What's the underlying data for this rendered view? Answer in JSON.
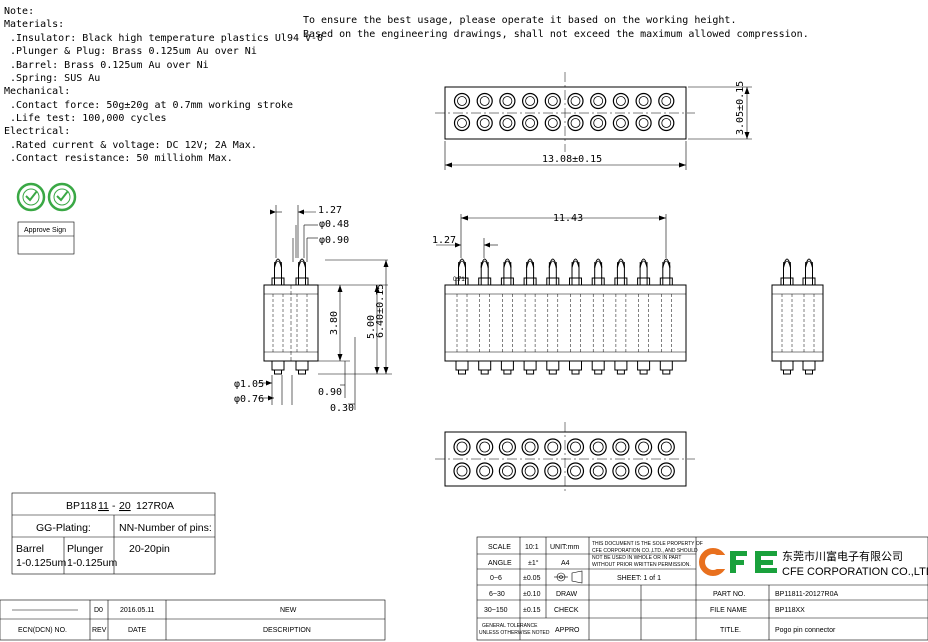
{
  "notes": {
    "lines": [
      "Note:",
      "Materials:",
      ".Insulator: Black high temperature plastics Ul94 V-0",
      ".Plunger & Plug: Brass 0.125um Au over Ni",
      ".Barrel: Brass 0.125um Au over Ni",
      ".Spring: SUS Au",
      "Mechanical:",
      ".Contact force: 50g±20g at 0.7mm working stroke",
      ".Life test: 100,000 cycles",
      "Electrical:",
      ".Rated current & voltage: DC 12V; 2A Max.",
      ".Contact resistance: 50 milliohm Max."
    ]
  },
  "usage": {
    "line1": "To ensure the best usage, please operate it based on the working height.",
    "line2": "Based on the engineering drawings, shall not exceed the maximum allowed compression."
  },
  "approve_sign": "Approve Sign",
  "dimensions": {
    "width": "13.08±0.15",
    "depth": "3.05±0.15",
    "pitch_side": "1.27",
    "pin_d1": "φ0.48",
    "pin_d2": "φ0.90",
    "len_380": "3.80",
    "len_500": "5.00",
    "height": "6.40±0.15",
    "tail_d1": "φ1.05",
    "tail_d2": "φ0.76",
    "d_090": "0.90",
    "d_030": "0.30",
    "span": "11.43",
    "pitch_front": "1.27",
    "tiny": "0.71"
  },
  "part_code": {
    "prefix": "BP118",
    "nn": "11",
    "sep": "-",
    "gg": "20",
    "suffix": "127R0A",
    "gg_header": "GG-Plating:",
    "nn_header": "NN-Number of pins:",
    "barrel": [
      "Barrel",
      "1-0.125um"
    ],
    "plunger": [
      "Plunger",
      "1-0.125um"
    ],
    "pins": "20-20pin"
  },
  "revision": {
    "row": [
      "",
      "D0",
      "2016.05.11",
      "NEW"
    ],
    "headers": [
      "ECN(DCN) NO.",
      "REV",
      "DATE",
      "DESCRIPTION"
    ]
  },
  "title_block": {
    "scale_label": "SCALE",
    "scale": "10:1",
    "unit": "UNIT:mm",
    "angle_label": "ANGLE",
    "angle": "±1°",
    "paper": "A4",
    "tol1": [
      "0~6",
      "±0.05"
    ],
    "tol2": [
      "6~30",
      "±0.10"
    ],
    "tol3": [
      "30~150",
      "±0.15"
    ],
    "tol_note": [
      "GENERAL TOLERANCE",
      "UNLESS OTHERWISE NOTED"
    ],
    "sheet": "SHEET: 1 of 1",
    "draw": "DRAW",
    "check": "CHECK",
    "appro": "APPRO",
    "property": [
      "THIS DOCUMENT IS THE SOLE PROPERTY OF",
      "CFE CORPORATION CO.,LTD., AND SHOULD",
      "NOT BE USED IN WHOLE OR IN PART",
      "WITHOUT PRIOR WRITTEN PERMISSION."
    ],
    "logo": "CFE",
    "company_cn": "东莞市川富电子有限公司",
    "company_en": "CFE CORPORATION CO.,LTD.",
    "part_no_label": "PART NO.",
    "part_no": "BP11811-20127R0A",
    "file_label": "FILE NAME",
    "file": "BP118XX",
    "title_label": "TITLE.",
    "title": "Pogo pin connector"
  },
  "colors": {
    "logo_orange": "#e8701e",
    "logo_green": "#1aa13c",
    "seal_green": "#3aa845"
  }
}
